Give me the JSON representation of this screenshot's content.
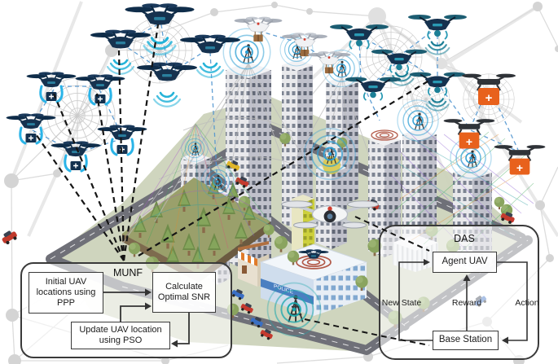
{
  "diagram": {
    "munf": {
      "title": "MUNF",
      "box_ppp": "Initial UAV locations using PPP",
      "box_snr": "Calculate Optimal SNR",
      "box_pso": "Update UAV location using PSO"
    },
    "das": {
      "title": "DAS",
      "box_agent": "Agent UAV",
      "box_base": "Base Station",
      "label_new_state": "New State",
      "label_reward": "Reward",
      "label_action": "Action"
    }
  },
  "city": {
    "police_sign": "POLICE",
    "medical_cross": "+"
  },
  "colors": {
    "drone_navy": "#16324f",
    "drone_cyan": "#2ab4e8",
    "signal_blue": "#2e9fd4",
    "signal_teal": "#19a6ac",
    "medical_orange": "#e8611c",
    "mesh_gray": "#d9d9d9",
    "dash_black": "#151515"
  }
}
